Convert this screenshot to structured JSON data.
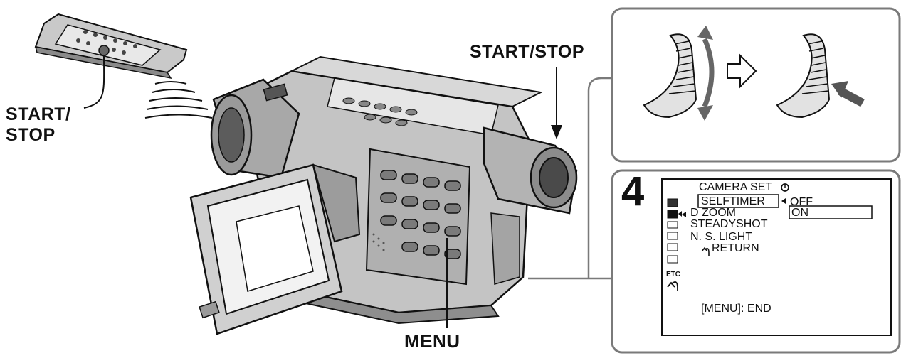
{
  "labels": {
    "remote_start_stop_line1": "START/",
    "remote_start_stop_line2": "STOP",
    "camera_start_stop": "START/STOP",
    "menu": "MENU"
  },
  "step": {
    "number": "4"
  },
  "lcd_menu": {
    "title": "CAMERA SET",
    "items": [
      {
        "label": "SELFTIMER",
        "highlighted": true
      },
      {
        "label": "D ZOOM",
        "highlighted": false
      },
      {
        "label": "STEADYSHOT",
        "highlighted": false
      },
      {
        "label": "N. S. LIGHT",
        "highlighted": false
      },
      {
        "label": "RETURN",
        "highlighted": false
      }
    ],
    "options": [
      "OFF",
      "ON"
    ],
    "selected_option": "ON",
    "side_icon_text": "ETC",
    "footer": "[MENU]: END"
  },
  "colors": {
    "line": "#111111",
    "panel_border": "#7a7a7a",
    "camera_body": "#bfbfbf",
    "camera_dark": "#6e6e6e",
    "screen": "#f2f2f2"
  }
}
